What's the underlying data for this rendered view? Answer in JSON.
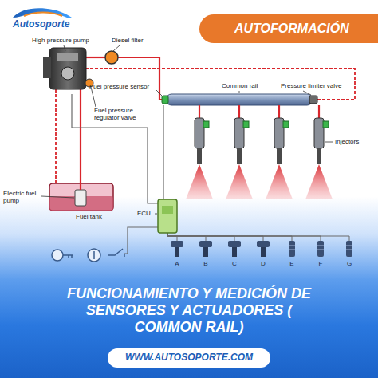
{
  "diagram": {
    "title": "FUNCIONAMIENTO Y MEDICIÓN DE SENSORES Y ACTUADORES ( COMMON RAIL)",
    "nodes": [
      {
        "text": [
          "AUTOFORMACIÓN"
        ]
      },
      {
        "text": [
          "WWW.AUTOSOPORTE.COM"
        ]
      }
    ],
    "labels": [
      "Autosoporte",
      "High pressure pump",
      "Diesel filter",
      "Common rail",
      "Pressure limiter valve",
      "Fuel pressure sensor",
      "Fuel pressure regulator valve",
      "Injectors",
      "Electric fuel pump",
      "Fuel tank",
      "ECU",
      "A",
      "B",
      "C",
      "D",
      "E",
      "F",
      "G"
    ]
  }
}
